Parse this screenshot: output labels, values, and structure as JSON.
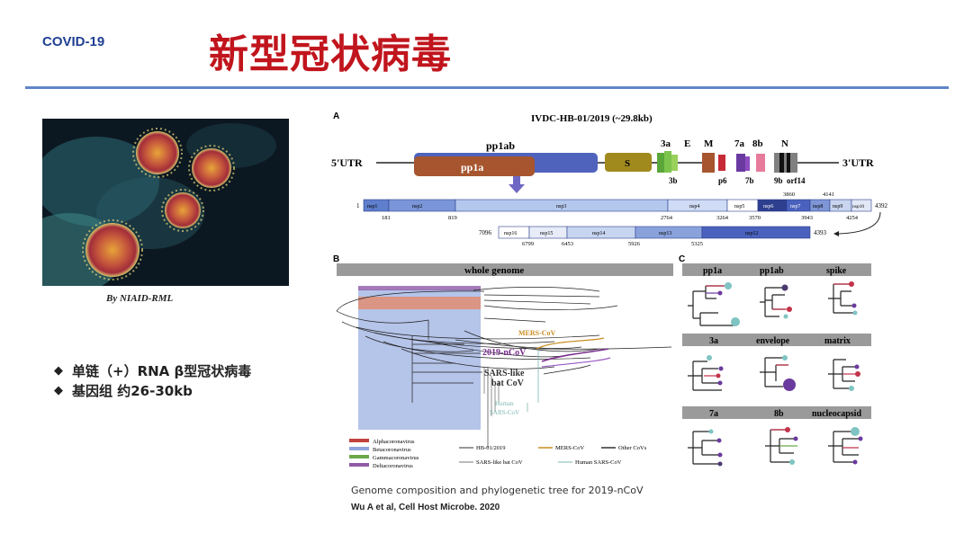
{
  "slide": {
    "badge": "COVID-19",
    "title": "新型冠状病毒",
    "photo_credit": "By NIAID-RML",
    "bullets": [
      "单链（+）RNA β型冠状病毒",
      "基因组 约26-30kb"
    ],
    "caption": "Genome composition and phylogenetic tree for 2019-nCoV",
    "reference": "Wu A et al, Cell Host Microbe. 2020"
  },
  "colors": {
    "badge": "#1f3f92",
    "title": "#c1151d",
    "rule": "#5f86c8"
  },
  "icons": {
    "bullet": "◆"
  },
  "panel_a": {
    "label": "A",
    "strain": "IVDC-HB-01/2019 (~29.8kb)",
    "utr5": "5'UTR",
    "utr3": "3'UTR",
    "pp1ab": "pp1ab",
    "pp1a": "pp1a",
    "s": "S",
    "g3a": "3a",
    "gE": "E",
    "gM": "M",
    "g7a": "7a",
    "g8b": "8b",
    "gN": "N",
    "g3b": "3b",
    "gp6": "p6",
    "g7b": "7b",
    "g9b": "9b",
    "orf14": "orf14",
    "nsp_row1": [
      "nsp1",
      "nsp2",
      "nsp3",
      "nsp4",
      "nsp5",
      "nsp6",
      "nsp7",
      "nsp8",
      "nsp9",
      "nsp10"
    ],
    "nsp_row2": [
      "nsp16",
      "nsp15",
      "nsp14",
      "nsp13",
      "nsp12"
    ],
    "row1_start": "1",
    "row1_end": "4392",
    "row1_bottom_numbers": [
      "181",
      "819",
      "2764",
      "3264",
      "3570",
      "3943",
      "4254"
    ],
    "row1_top_numbers": [
      "3860",
      "4141"
    ],
    "row2_start": "7096",
    "row2_end": "4393",
    "row2_bottom_numbers": [
      "6799",
      "6453",
      "5926",
      "5325"
    ]
  },
  "panel_b": {
    "label": "B",
    "header": "whole genome",
    "labels": [
      "MERS-CoV",
      "2019-nCoV",
      "SARS-like",
      "bat CoV",
      "Human",
      "SARS-CoV"
    ],
    "legend_genera": [
      "Alphacoronavirus",
      "Betacoronavirus",
      "Gammacoronavirus",
      "Deltacoronavirus"
    ],
    "legend_strains": [
      "HB-01/2019",
      "MERS-CoV",
      "Other CoVs",
      "SARS-like bat CoV",
      "Human SARS-CoV"
    ]
  },
  "panel_c": {
    "label": "C",
    "headers": [
      [
        "pp1a",
        "pp1ab",
        "spike"
      ],
      [
        "3a",
        "envelope",
        "matrix"
      ],
      [
        "7a",
        "8b",
        "nucleocapsid"
      ]
    ]
  }
}
